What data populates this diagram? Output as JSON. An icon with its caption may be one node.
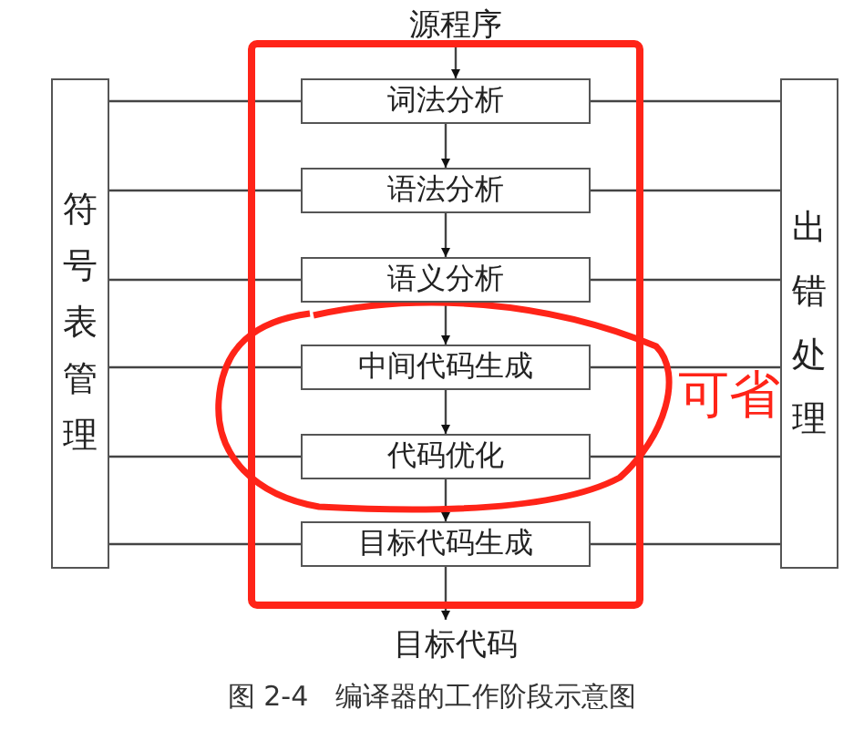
{
  "diagram": {
    "caption": "图 2-4　编译器的工作阶段示意图",
    "nodes": [
      {
        "text": [
          "源程序"
        ]
      },
      {
        "text": [
          "词法分析"
        ]
      },
      {
        "text": [
          "语法分析"
        ]
      },
      {
        "text": [
          "语义分析"
        ]
      },
      {
        "text": [
          "中间代码生成"
        ]
      },
      {
        "text": [
          "代码优化"
        ]
      },
      {
        "text": [
          "目标代码生成"
        ]
      },
      {
        "text": [
          "目标代码"
        ]
      },
      {
        "text": [
          "符号表管理"
        ]
      },
      {
        "text": [
          "出错处理"
        ]
      }
    ],
    "edges": [
      {
        "from": 0,
        "to": 1,
        "arrow": "to"
      },
      {
        "from": 1,
        "to": 2,
        "arrow": "to"
      },
      {
        "from": 2,
        "to": 3,
        "arrow": "to"
      },
      {
        "from": 3,
        "to": 4,
        "arrow": "to"
      },
      {
        "from": 4,
        "to": 5,
        "arrow": "to"
      },
      {
        "from": 5,
        "to": 6,
        "arrow": "to"
      },
      {
        "from": 6,
        "to": 7,
        "arrow": "to"
      },
      {
        "from": 1,
        "to": 8,
        "arrow": "none"
      },
      {
        "from": 2,
        "to": 8,
        "arrow": "none"
      },
      {
        "from": 3,
        "to": 8,
        "arrow": "none"
      },
      {
        "from": 4,
        "to": 8,
        "arrow": "none"
      },
      {
        "from": 5,
        "to": 8,
        "arrow": "none"
      },
      {
        "from": 6,
        "to": 8,
        "arrow": "none"
      },
      {
        "from": 1,
        "to": 9,
        "arrow": "none"
      },
      {
        "from": 2,
        "to": 9,
        "arrow": "none"
      },
      {
        "from": 3,
        "to": 9,
        "arrow": "none"
      },
      {
        "from": 4,
        "to": 9,
        "arrow": "none"
      },
      {
        "from": 5,
        "to": 9,
        "arrow": "none"
      },
      {
        "from": 6,
        "to": 9,
        "arrow": "none"
      }
    ],
    "labels": [
      "可省"
    ]
  }
}
